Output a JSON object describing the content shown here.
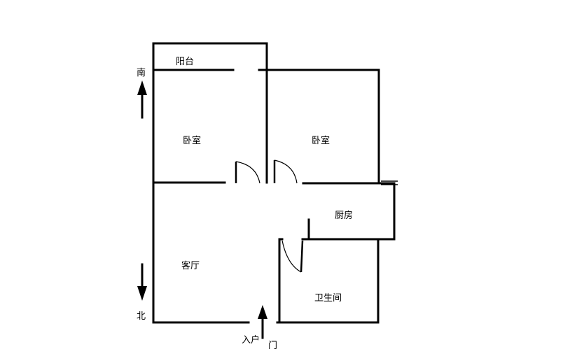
{
  "floorplan": {
    "rooms": {
      "balcony": "阳台",
      "bedroom_left": "卧室",
      "bedroom_right": "卧室",
      "kitchen": "厨房",
      "living_room": "客厅",
      "bathroom": "卫生间"
    },
    "compass": {
      "south": "南",
      "north": "北"
    },
    "entrance": {
      "label_line1": "入户",
      "label_line2": "门"
    }
  }
}
